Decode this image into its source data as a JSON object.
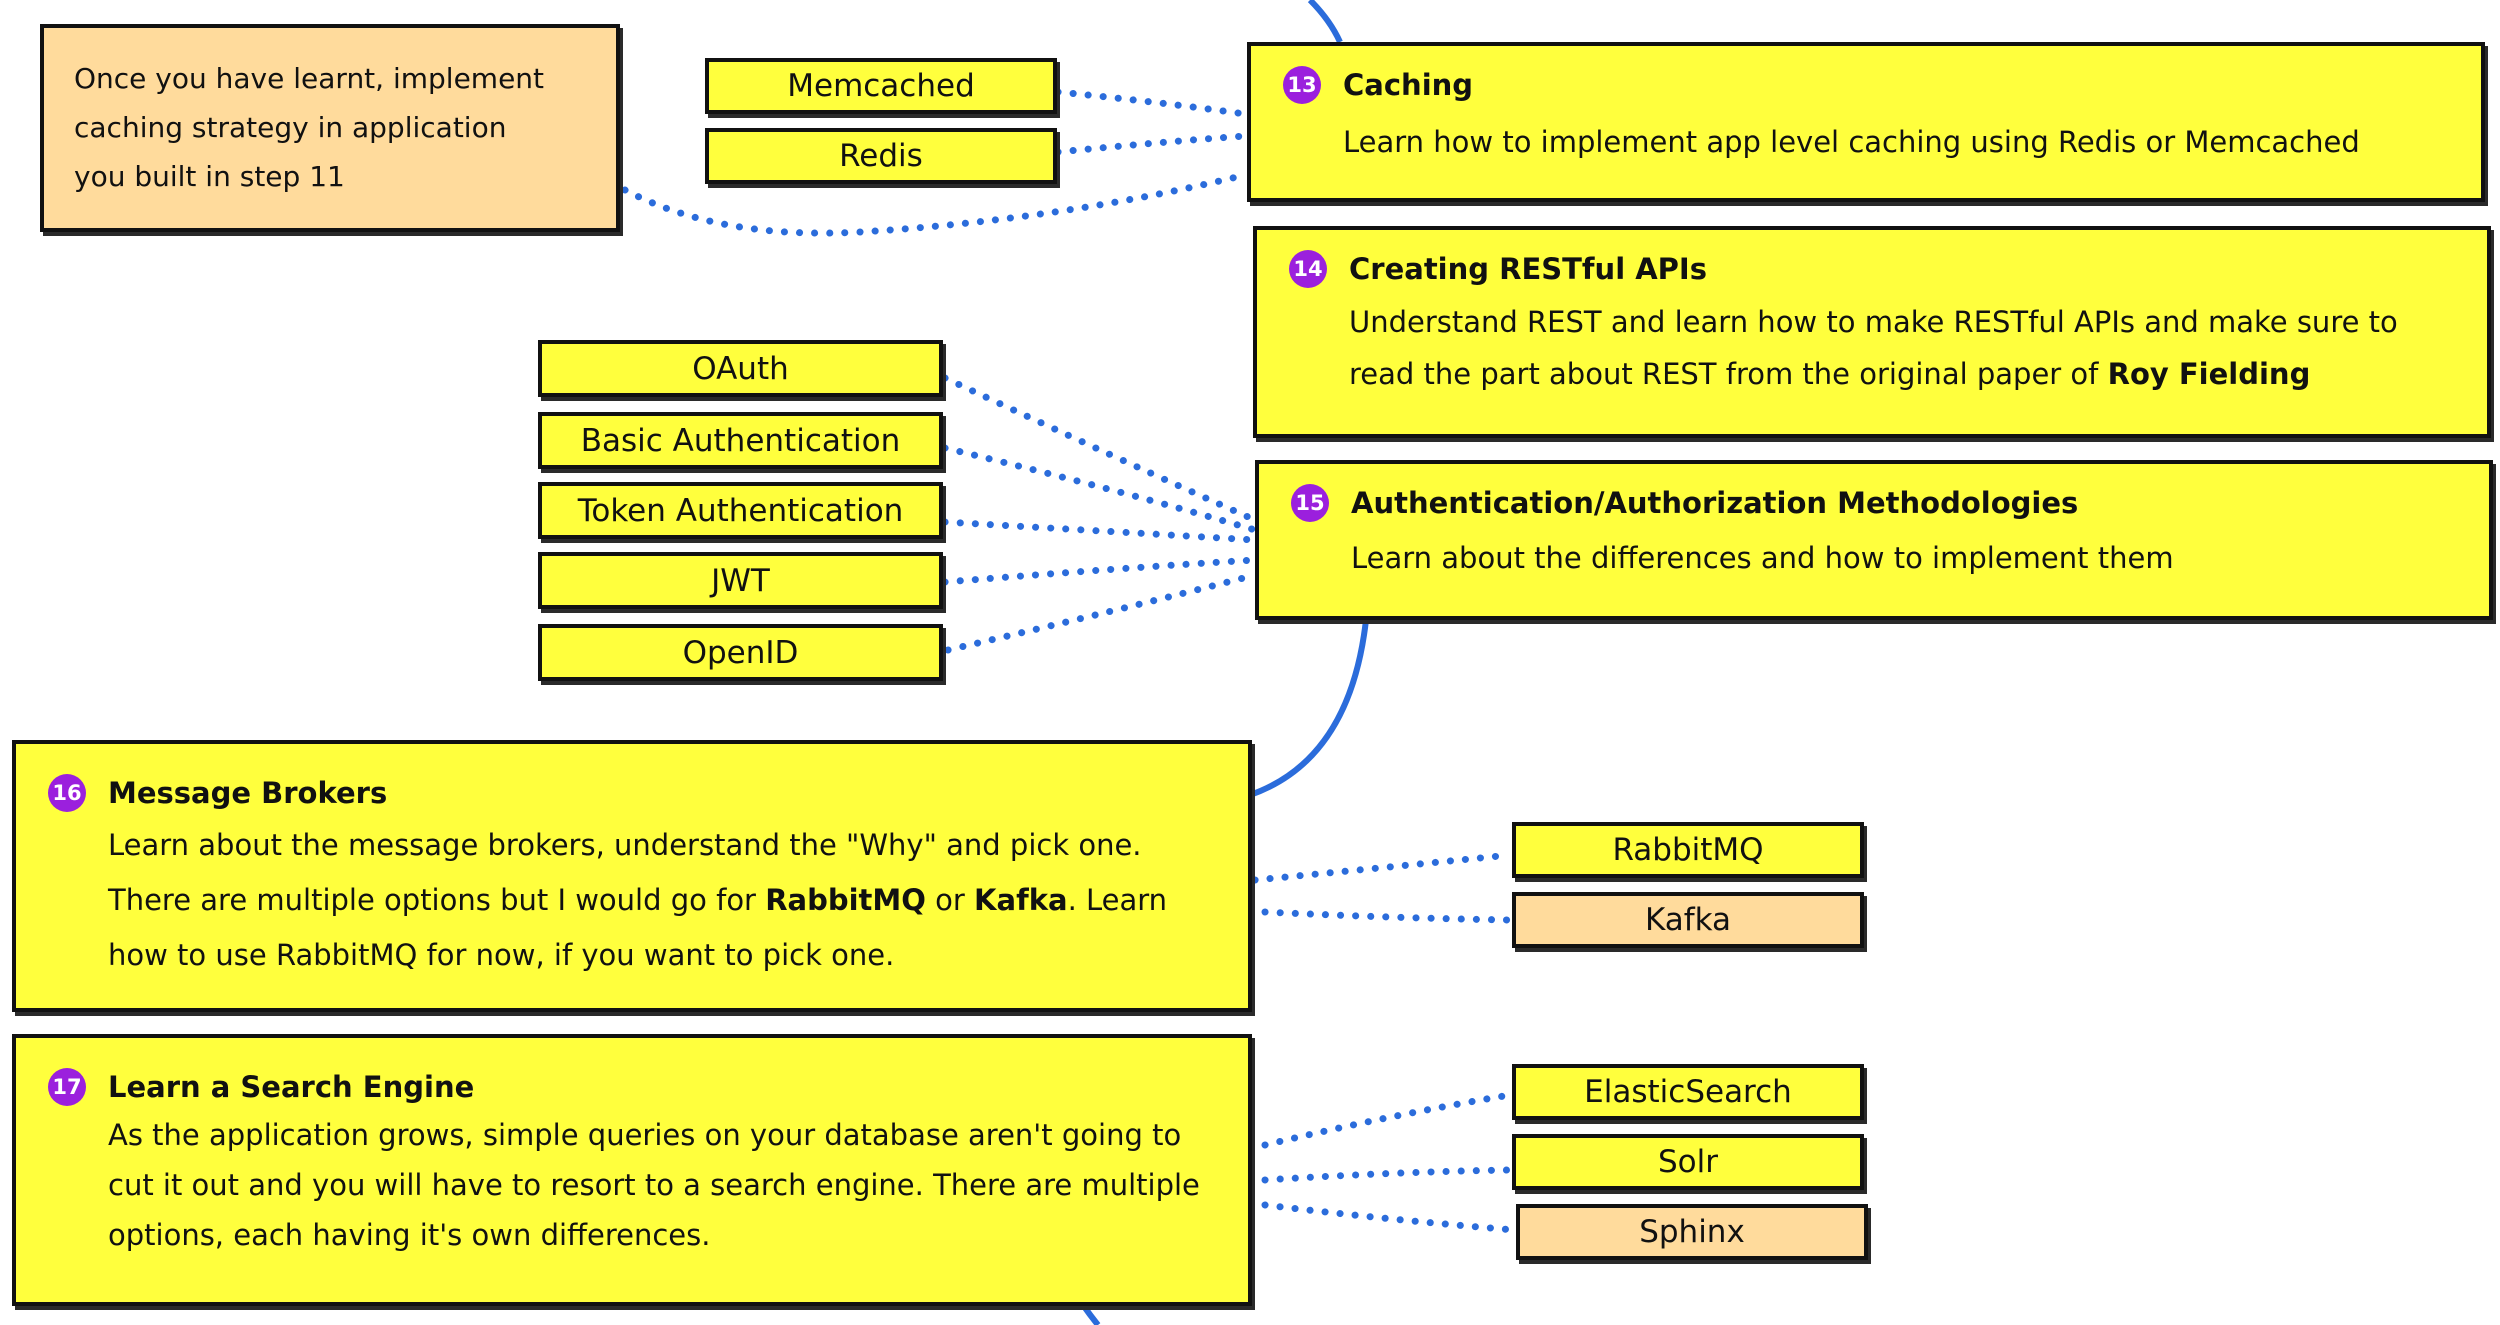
{
  "note": {
    "lines": [
      "Once you have learnt, implement",
      "caching strategy in application",
      "you built in step 11"
    ],
    "color": "#ffdb9c"
  },
  "steps": {
    "caching": {
      "number": "13",
      "title": "Caching",
      "body": "Learn how to implement app level caching using Redis or Memcached",
      "options": [
        "Memcached",
        "Redis"
      ]
    },
    "restful": {
      "number": "14",
      "title": "Creating RESTful APIs",
      "body_line1": "Understand REST and learn how to make RESTful APIs and make sure to",
      "body_line2_pre": "read the part about REST from the original paper of ",
      "body_line2_strong": "Roy Fielding"
    },
    "auth": {
      "number": "15",
      "title": "Authentication/Authorization Methodologies",
      "body": "Learn about the differences and how to implement them",
      "options": [
        "OAuth",
        "Basic Authentication",
        "Token Authentication",
        "JWT",
        "OpenID"
      ]
    },
    "brokers": {
      "number": "16",
      "title": "Message Brokers",
      "line1": "Learn about the message brokers, understand the \"Why\" and pick one.",
      "line2_a": "There are multiple options but I would go for ",
      "line2_b": "RabbitMQ",
      "line2_c": " or ",
      "line2_d": "Kafka",
      "line2_e": ". Learn",
      "line3": "how to use RabbitMQ for now, if you want to pick one.",
      "options": [
        "RabbitMQ",
        "Kafka"
      ]
    },
    "search": {
      "number": "17",
      "title": "Learn a Search Engine",
      "line1": "As the application grows, simple queries on your database aren't going to",
      "line2": "cut it out and you will have to resort to a search engine. There are multiple",
      "line3": "options, each having it's own differences.",
      "options": [
        "ElasticSearch",
        "Solr",
        "Sphinx"
      ]
    }
  },
  "colors": {
    "box": "#ffff3d",
    "alternative": "#ffdb9c",
    "badge": "#9b20dd",
    "connector": "#2b6cdb"
  }
}
